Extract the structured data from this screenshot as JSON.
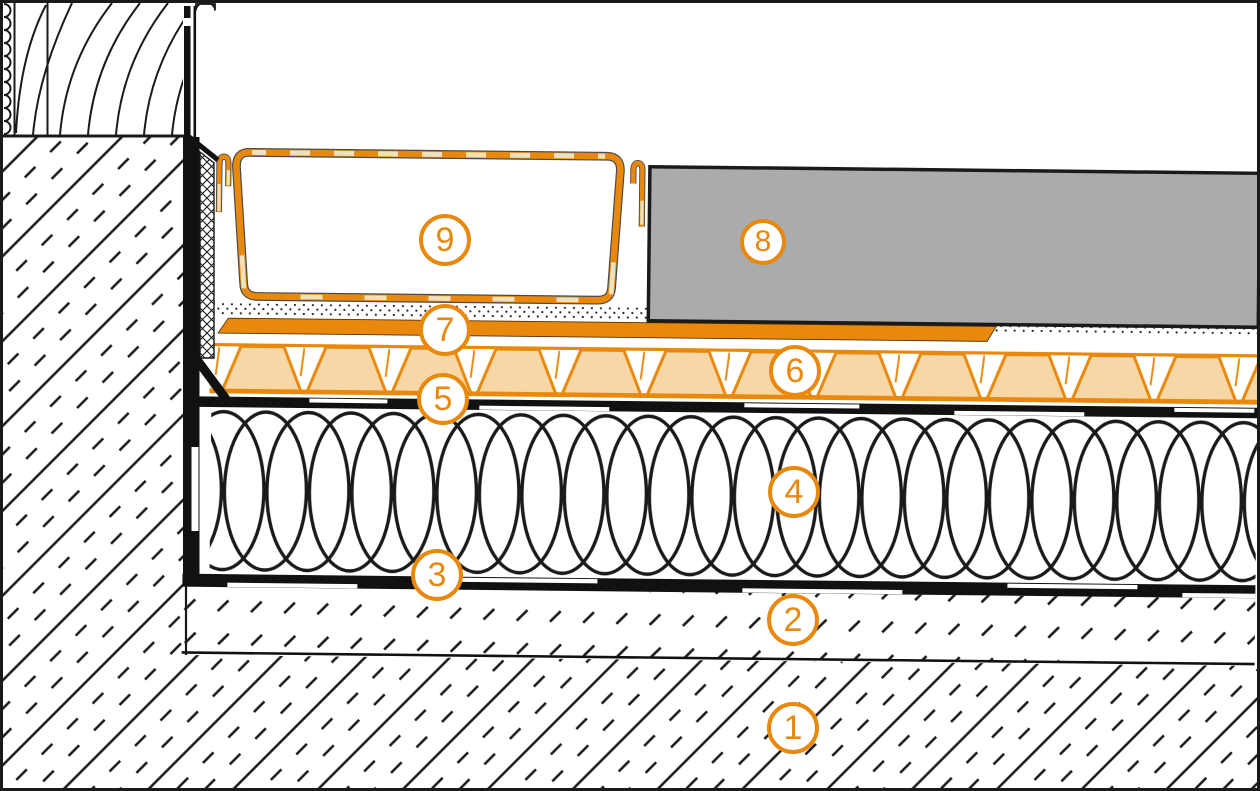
{
  "diagram": {
    "kind": "floor-construction-cross-section",
    "colors": {
      "accent_orange": "#E8890E",
      "peach_fill": "#F7D7A6",
      "cream_dash": "#F0E1BE",
      "slab_gray": "#A9ABAD",
      "line_black": "#1A1A1A"
    }
  },
  "callouts": [
    {
      "label": "1"
    },
    {
      "label": "2"
    },
    {
      "label": "3"
    },
    {
      "label": "4"
    },
    {
      "label": "5"
    },
    {
      "label": "6"
    },
    {
      "label": "7"
    },
    {
      "label": "8"
    },
    {
      "label": "9"
    }
  ]
}
